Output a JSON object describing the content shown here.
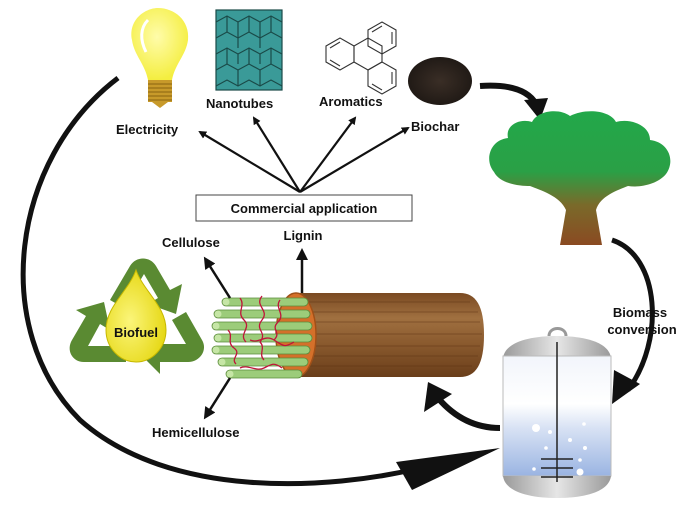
{
  "diagram": {
    "title": "Biomass conversion cycle",
    "labels": {
      "electricity": "Electricity",
      "nanotubes": "Nanotubes",
      "aromatics": "Aromatics",
      "biochar": "Biochar",
      "commercial_application": "Commercial application",
      "lignin": "Lignin",
      "cellulose": "Cellulose",
      "hemicellulose": "Hemicellulose",
      "biofuel": "Biofuel",
      "biomass_conversion_line1": "Biomass",
      "biomass_conversion_line2": "conversion"
    },
    "icons": [
      "light-bulb-icon",
      "nanotube-icon",
      "aromatic-molecule-icon",
      "biochar-icon",
      "tree-icon",
      "bioreactor-icon",
      "wood-log-icon",
      "fiber-bundle-icon",
      "recycle-icon",
      "fuel-drop-icon"
    ],
    "colors": {
      "recycle_green": "#5a8a32",
      "drop_yellow": "#f2ea28",
      "tree_green": "#22a84a",
      "trunk_brown": "#8a4a22",
      "wood_brown": "#8a5a2e",
      "nanotube_teal": "#3a9a98",
      "fiber_green": "#9ccc7a",
      "lignin_red": "#c0143a",
      "reactor_blue": "#a8c0e8"
    }
  }
}
